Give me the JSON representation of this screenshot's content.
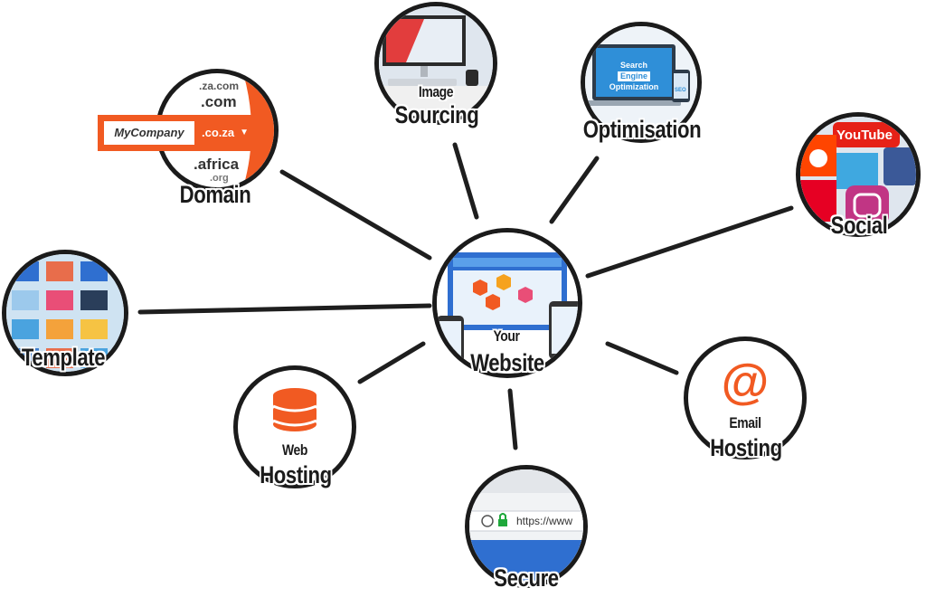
{
  "center": {
    "line1": "Your",
    "line2": "Website"
  },
  "domain": {
    "label": "Domain",
    "company": "MyCompany",
    "selected_tld": ".co.za",
    "tlds_above": [
      ".za.com",
      ".com"
    ],
    "tlds_below": [
      ".africa",
      ".org"
    ]
  },
  "image_sourcing": {
    "line1": "Image",
    "line2": "Sourcing"
  },
  "optimisation": {
    "label": "Optimisation",
    "screen_line1": "Search",
    "screen_line2": "Engine",
    "screen_line3": "Optimization",
    "badge": "SEO"
  },
  "social": {
    "label": "Social",
    "brand": "YouTube"
  },
  "template": {
    "label": "Template"
  },
  "web_hosting": {
    "line1": "Web",
    "line2": "Hosting"
  },
  "email_hosting": {
    "line1": "Email",
    "line2": "Hosting",
    "symbol": "@"
  },
  "secure": {
    "label": "Secure",
    "url": "https://www"
  },
  "colors": {
    "accent": "#f15a22",
    "line": "#1e1e1e",
    "browser_blue": "#2f6fd0",
    "lock_green": "#1fa83b"
  }
}
